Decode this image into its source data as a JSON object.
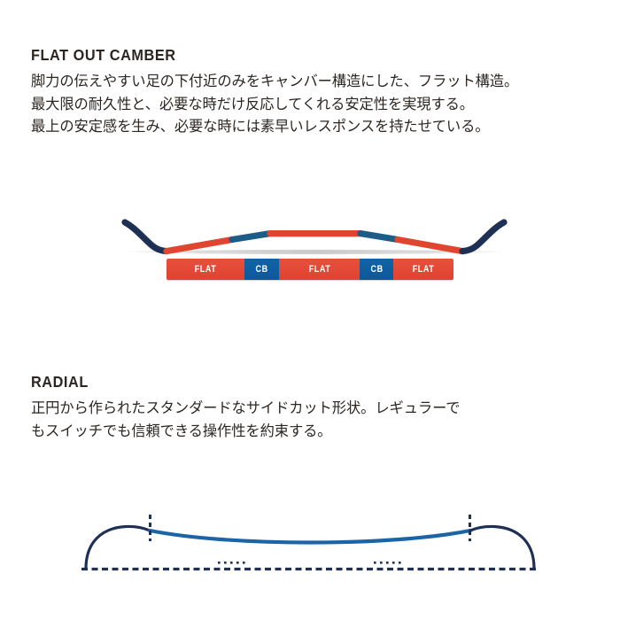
{
  "page": {
    "background": "#ffffff",
    "text_color": "#2b2622"
  },
  "sections": [
    {
      "id": "flat-out-camber",
      "heading": "FLAT OUT CAMBER",
      "body_lines": [
        "脚力の伝えやすい足の下付近のみをキャンバー構造にした、フラット構造。",
        "最大限の耐久性と、必要な時だけ反応してくれる安定性を実現する。",
        "最上の安定感を生み、必要な時には素早いレスポンスを持たせている。"
      ]
    },
    {
      "id": "radial",
      "heading": "RADIAL",
      "body_lines": [
        "正円から作られたスタンダードなサイドカット形状。レギュラーで",
        "もスイッチでも信頼できる操作性を約束する。"
      ]
    }
  ],
  "camber_diagram": {
    "name": "flat-out-camber-profile",
    "description": "Snowboard side profile showing flat base sections with two camber zones under the bindings",
    "colors": {
      "tip": "#1f3055",
      "flat": "#e0452f",
      "camber": "#1b5d86",
      "shadow": "#cfcfcf"
    }
  },
  "camber_legend": {
    "name": "camber-zone-legend",
    "segments": [
      {
        "label": "FLAT",
        "type": "flat",
        "width_pct": 27.2
      },
      {
        "label": "CB",
        "type": "camber",
        "width_pct": 12.0
      },
      {
        "label": "FLAT",
        "type": "flat",
        "width_pct": 28.2
      },
      {
        "label": "CB",
        "type": "camber",
        "width_pct": 11.7
      },
      {
        "label": "FLAT",
        "type": "flat",
        "width_pct": 20.9
      }
    ],
    "colors": {
      "flat": "#e0452f",
      "camber": "#0d5899",
      "text": "#ffffff"
    }
  },
  "radial_diagram": {
    "name": "radial-sidecut-profile",
    "description": "Top-down snowboard outline with a single-radius radial sidecut; dashed vertical lines mark the contact points and a dashed baseline runs along the board length",
    "colors": {
      "outline": "#1f3055",
      "sidecut": "#1c64a8",
      "baseline": "#1f3055"
    },
    "contact_markers": 2,
    "tick_clusters": 2
  }
}
